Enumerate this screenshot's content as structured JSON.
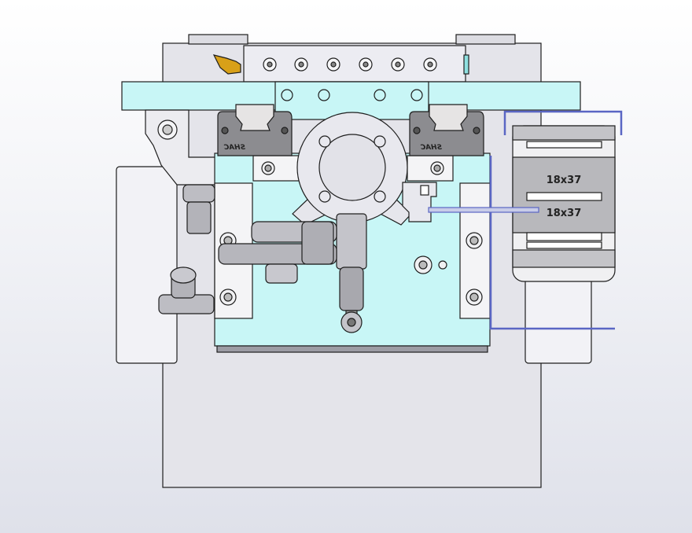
{
  "drawing": {
    "cable_chain_labels": [
      "18x37",
      "18x37"
    ],
    "rail_carriage_brand": "SHAC",
    "colors": {
      "plate_cyan": "#c8f6f6",
      "frame_gray": "#e3e3ea",
      "carriage_gray": "#8c8c90",
      "chain_gray": "#b8b8bc",
      "tube_blue": "#5a66c4",
      "brass": "#d8a018"
    }
  }
}
